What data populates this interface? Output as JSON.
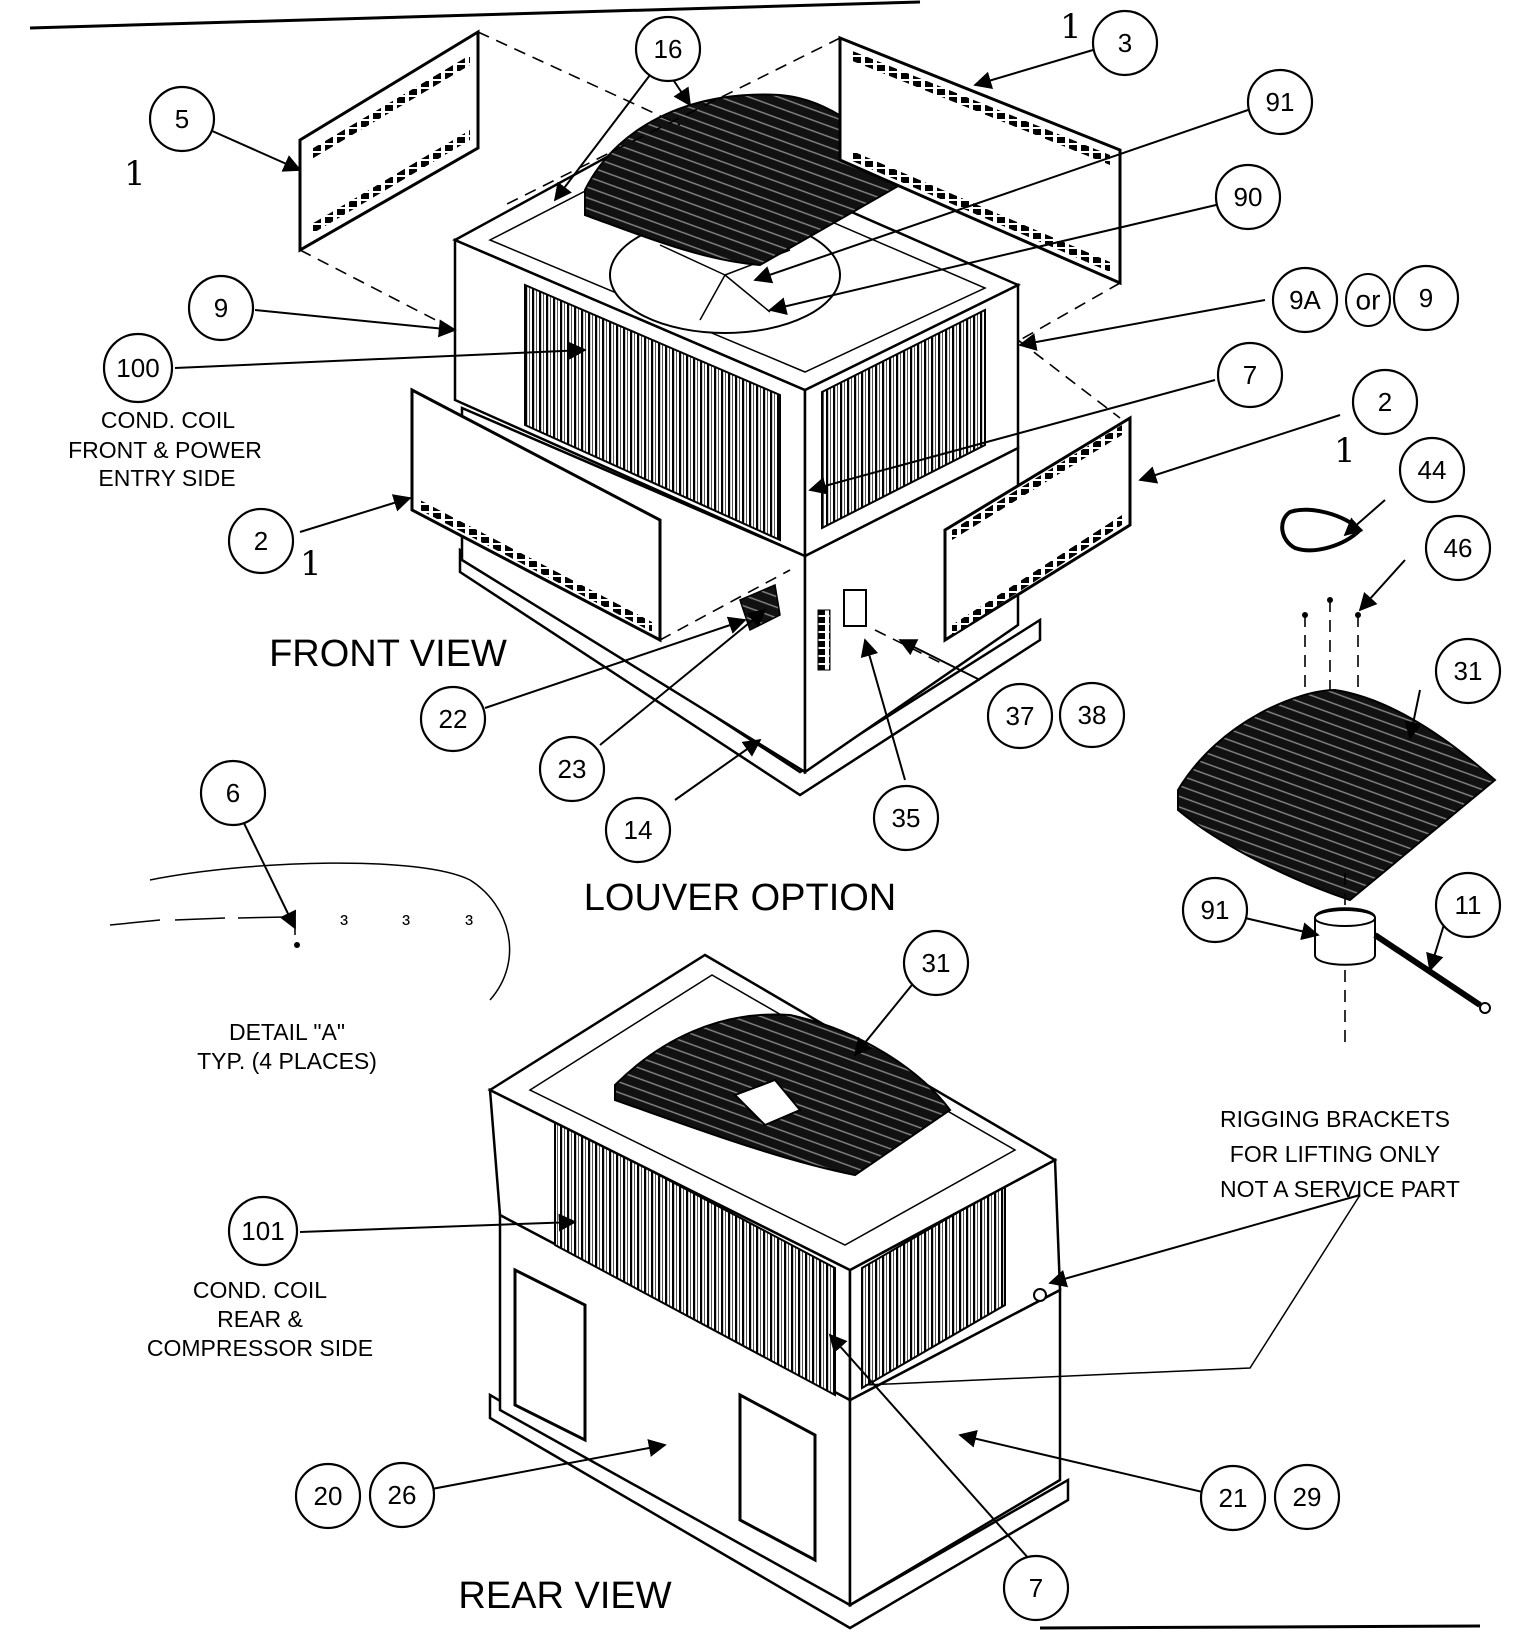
{
  "view_titles": {
    "front": "FRONT VIEW",
    "louver": "LOUVER OPTION",
    "rear": "REAR VIEW"
  },
  "captions": {
    "cond_coil_front": [
      "COND. COIL",
      "FRONT & POWER",
      "ENTRY SIDE"
    ],
    "cond_coil_rear": [
      "COND. COIL",
      "REAR &",
      "COMPRESSOR SIDE"
    ],
    "detail_a": [
      "DETAIL \"A\"",
      "TYP. (4 PLACES)"
    ],
    "rigging": [
      "RIGGING BRACKETS",
      "FOR LIFTING ONLY",
      "NOT A SERVICE PART"
    ],
    "or_word": "or"
  },
  "handwritten_mark": "1",
  "callouts": {
    "c16": "16",
    "c3": "3",
    "c5": "5",
    "c91a": "91",
    "c90": "90",
    "c9": "9",
    "c9a": "9A",
    "c9b": "9",
    "c100": "100",
    "c7a": "7",
    "c2a": "2",
    "c2b": "2",
    "c44": "44",
    "c46": "46",
    "c31a": "31",
    "c22": "22",
    "c23": "23",
    "c14": "14",
    "c35": "35",
    "c37": "37",
    "c38": "38",
    "c6": "6",
    "c91b": "91",
    "c11": "11",
    "c31b": "31",
    "c101": "101",
    "c20": "20",
    "c26": "26",
    "c7b": "7",
    "c21": "21",
    "c29": "29"
  }
}
